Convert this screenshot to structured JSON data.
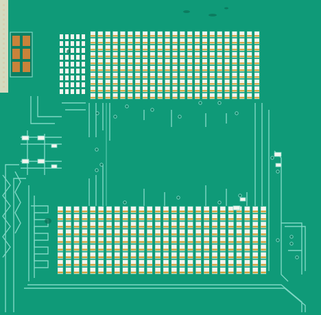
{
  "image": {
    "kind": "photograph",
    "subject": "printed-circuit-board",
    "colors": {
      "board": "#0f9a78",
      "board_dark": "#0b7f62",
      "trace": "#7fd7c4",
      "trace_dim": "#4ec2a6",
      "pad_white": "#f4f5ef",
      "pad_gold": "#d2a23a",
      "copper": "#c9833a",
      "edge": "#e9e1c6"
    },
    "regions": {
      "top_array": {
        "cols": 23,
        "rows": 10
      },
      "bottom_array": {
        "cols": 26,
        "rows": 9
      },
      "left_connector": {
        "cols": 2,
        "rows": 3
      }
    }
  }
}
